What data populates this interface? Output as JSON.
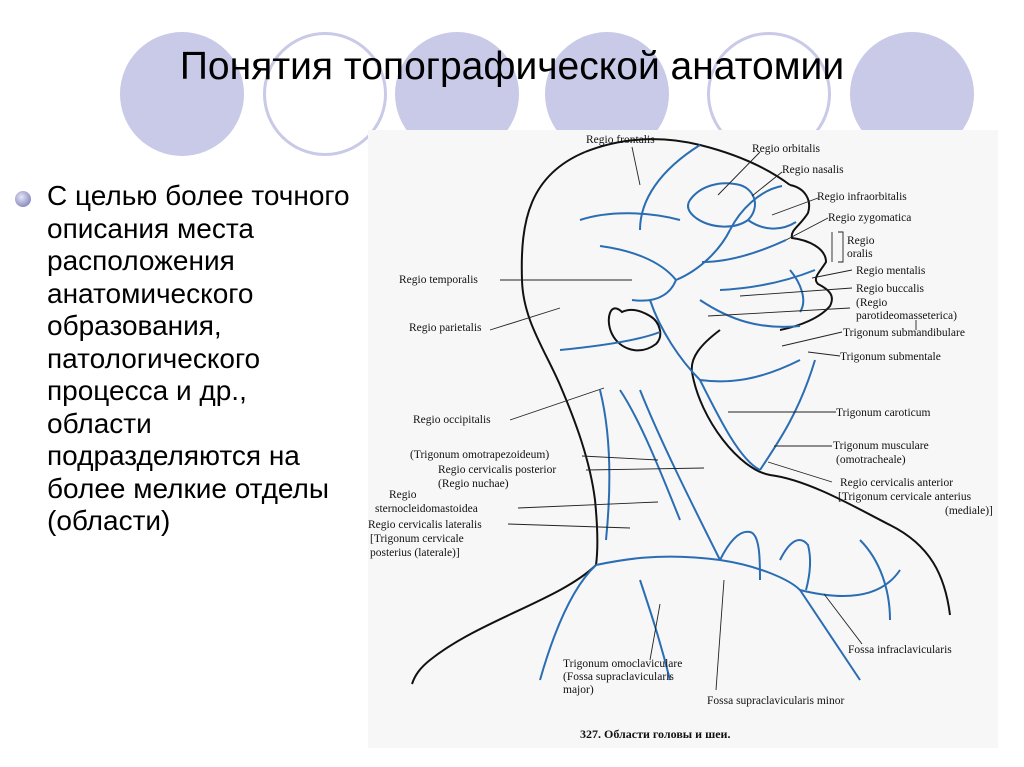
{
  "slide": {
    "title": "Понятия топографической анатомии",
    "accent_color": "#c9c9e8",
    "bullet_icon": "circle-bullet-icon",
    "body_text": "С целью более точного описания места расположения анатомического образования, патологического процесса и др., области подразделяются на более мелкие отделы (области)"
  },
  "figure": {
    "caption": "327. Области головы и шеи.",
    "line_color": "#2a6db3",
    "labels": {
      "regio_frontalis": "Regio frontalis",
      "regio_orbitalis": "Regio orbitalis",
      "regio_nasalis": "Regio nasalis",
      "regio_infraorbitalis": "Regio infraorbitalis",
      "regio_zygomatica": "Regio zygomatica",
      "regio_oralis_1": "Regio",
      "regio_oralis_2": "oralis",
      "regio_mentalis": "Regio mentalis",
      "regio_buccalis": "Regio buccalis",
      "regio_parotideo_1": "(Regio",
      "regio_parotideo_2": "parotideomasseterica)",
      "trigonum_submandibulare": "Trigonum submandibulare",
      "trigonum_submentale": "Trigonum submentale",
      "regio_temporalis": "Regio temporalis",
      "regio_parietalis": "Regio parietalis",
      "regio_occipitalis": "Regio occipitalis",
      "trigonum_caroticum": "Trigonum caroticum",
      "trigonum_omotrapezoideum": "(Trigonum omotrapezoideum)",
      "regio_cervicalis_posterior": "Regio cervicalis posterior",
      "regio_nuchae": "(Regio nuchae)",
      "trigonum_musculare_1": "Trigonum musculare",
      "trigonum_musculare_2": "(omotracheale)",
      "regio_scm_1": "Regio",
      "regio_scm_2": "sternocleidomastoidea",
      "regio_cervicalis_anterior": "Regio cervicalis anterior",
      "trigonum_cervicale_anterius_1": "[Trigonum cervicale anterius",
      "trigonum_cervicale_anterius_2": "(mediale)]",
      "regio_cervicalis_lateralis": "Regio cervicalis lateralis",
      "trigonum_cervicale_posterius_1": "[Trigonum cervicale",
      "trigonum_cervicale_posterius_2": "posterius (laterale)]",
      "fossa_infraclavicularis": "Fossa infraclavicularis",
      "trigonum_omoclaviculare_1": "Trigonum omoclaviculare",
      "trigonum_omoclaviculare_2": "(Fossa supraclavicularis",
      "trigonum_omoclaviculare_3": "major)",
      "fossa_supraclavicularis_minor": "Fossa supraclavicularis  minor"
    }
  }
}
